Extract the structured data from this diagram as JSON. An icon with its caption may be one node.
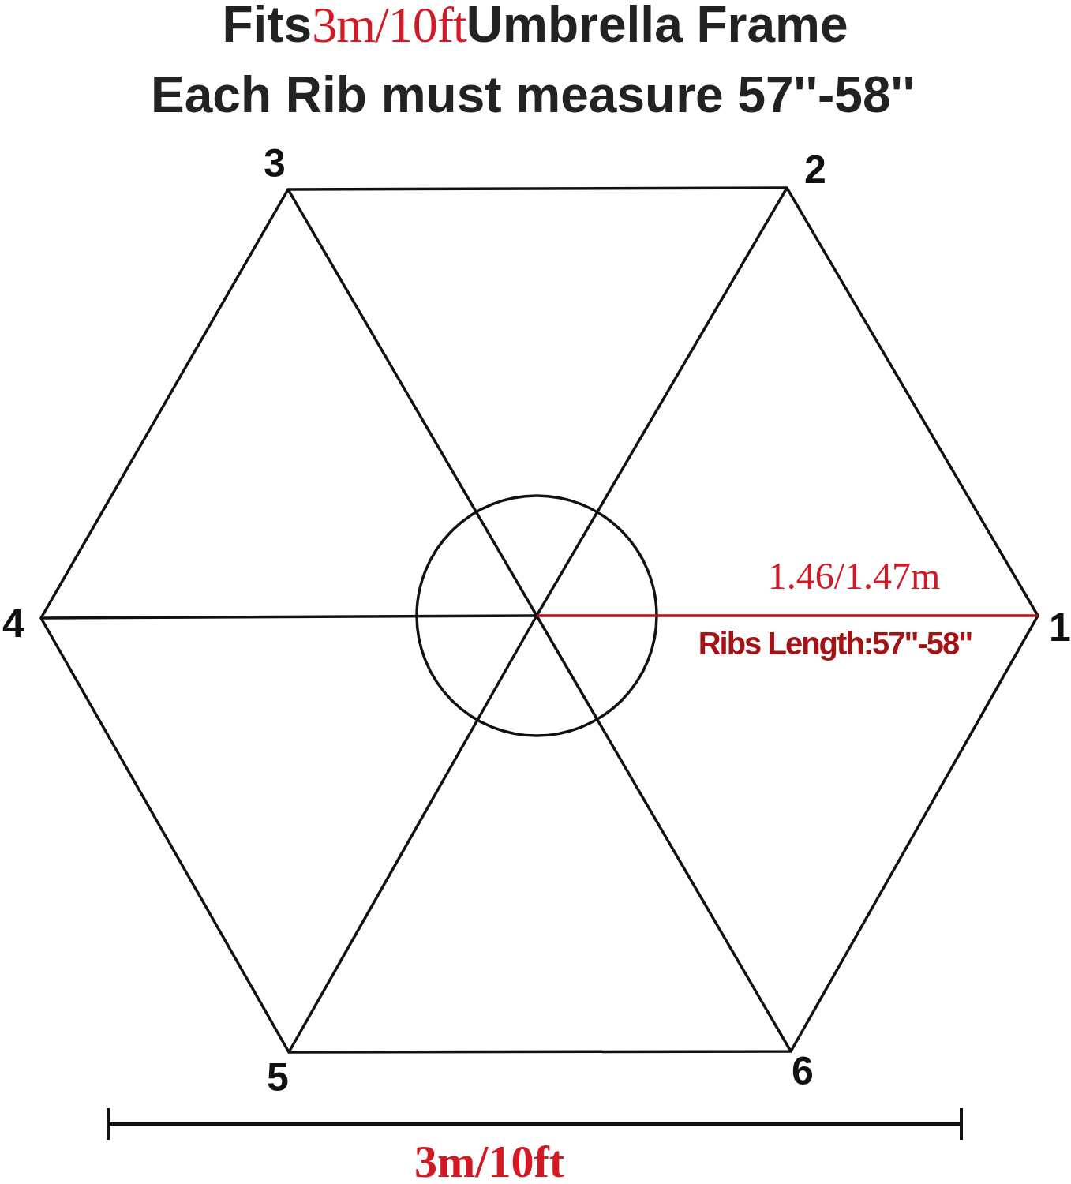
{
  "diagram": {
    "title": "Fits**3m/10ft**Umbrella Frame",
    "labels": [
      "Each Rib must measure 57''-58''",
      "3",
      "2",
      "1.46/1.47m",
      "4",
      "1",
      "Ribs Length:57\"-58\"",
      "6",
      "5",
      "3m/10ft"
    ]
  }
}
